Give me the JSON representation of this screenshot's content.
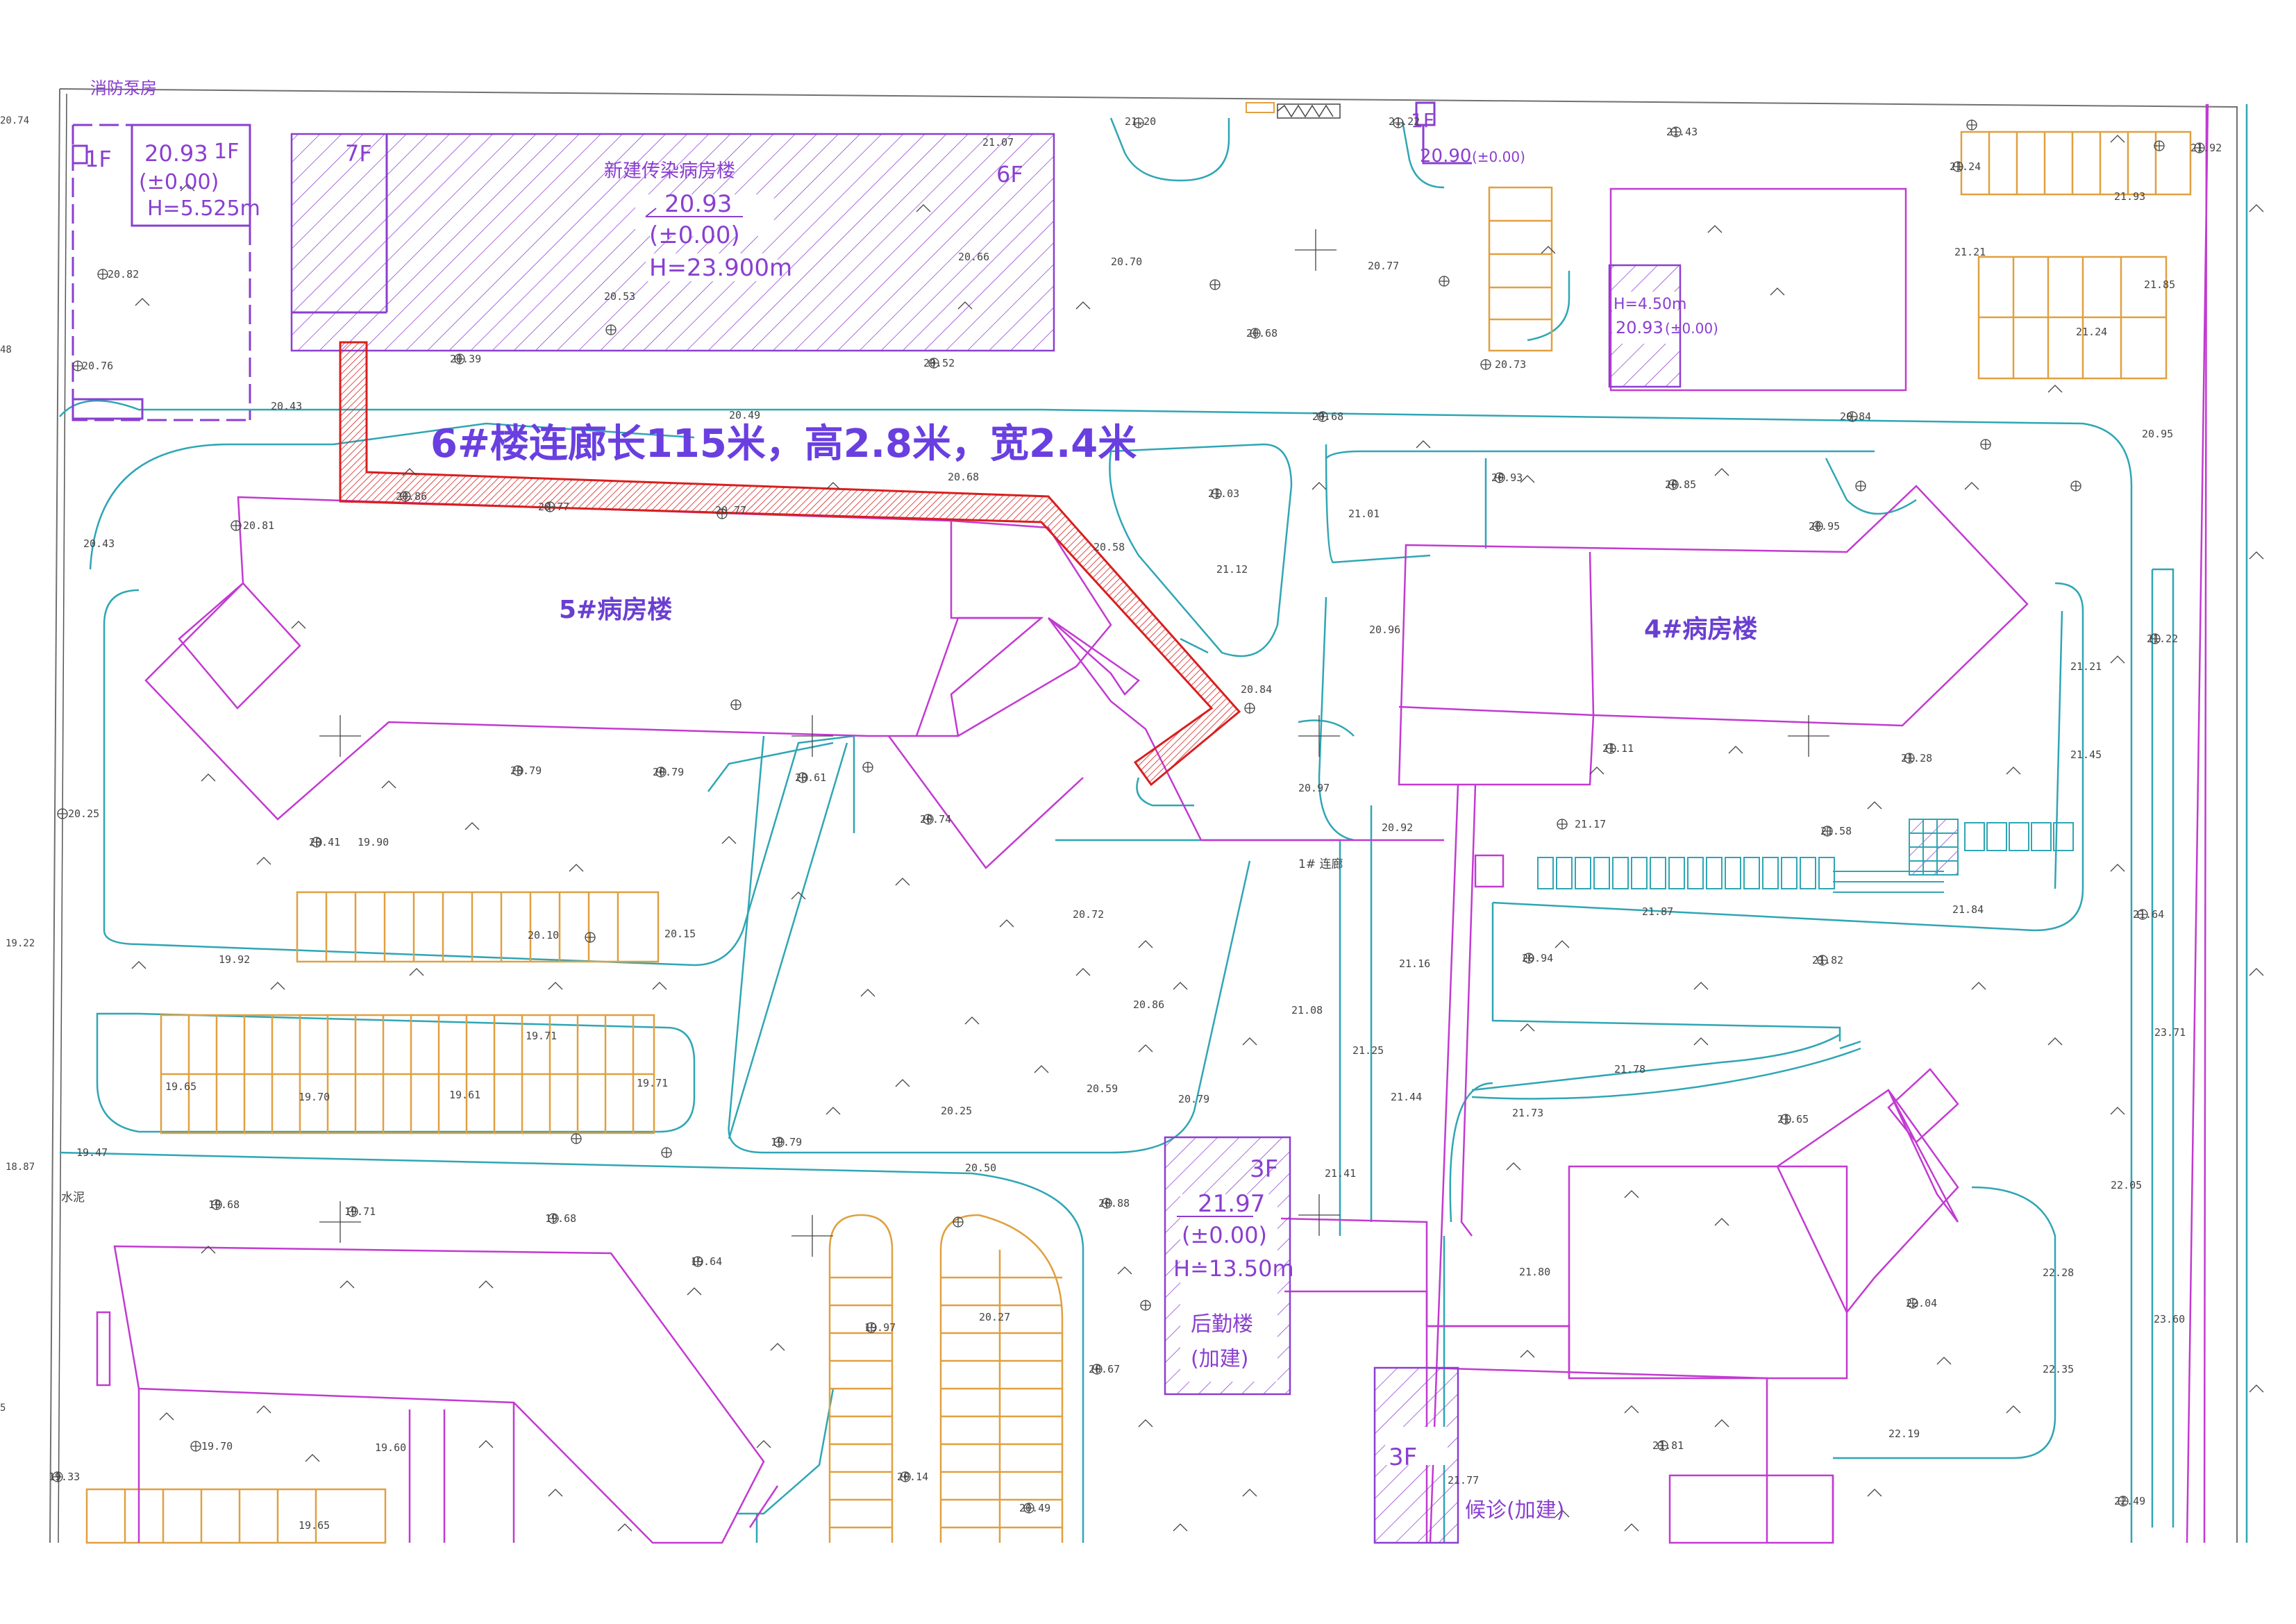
{
  "annotation": "6#楼连廊长115米，高2.8米，宽2.4米",
  "buildings": {
    "b5": "5#病房楼",
    "b4": "4#病房楼",
    "infectious": {
      "name": "新建传染病房楼",
      "floors_left": "7F",
      "floors_right": "6F",
      "elevation": "20.93",
      "zero": "(±0.00)",
      "height": "H=23.900m"
    },
    "pump": {
      "name": "消防泵房",
      "floors": "1F",
      "elevation": "20.93",
      "zero": "(±0.00)",
      "height": "H=5.525m"
    },
    "pump_side_floors": "1F",
    "topleft_floors": "1F",
    "logistics": {
      "floors": "3F",
      "elevation": "21.97",
      "zero": "(±0.00)",
      "height": "H≐13.50m",
      "name": "后勤楼",
      "note": "(加建)"
    },
    "top_right_small": {
      "elevation": "20.90",
      "zero": "(±0.00)"
    },
    "right_small": {
      "height": "H=4.50m",
      "elevation": "20.93",
      "zero": "(±0.00)"
    },
    "outpatient": {
      "floors": "3F",
      "name": "候诊(加建)"
    }
  },
  "corridor_1": "1# 连廊",
  "cement": "水泥",
  "elevations": [
    {
      "id": "e1",
      "v": "20.82"
    },
    {
      "id": "e2",
      "v": "20.76"
    },
    {
      "id": "e3",
      "v": "20.43"
    },
    {
      "id": "e4",
      "v": "20.39"
    },
    {
      "id": "e5",
      "v": "20.53"
    },
    {
      "id": "e6",
      "v": "20.52"
    },
    {
      "id": "e7",
      "v": "20.66"
    },
    {
      "id": "e8",
      "v": "20.70"
    },
    {
      "id": "e9",
      "v": "21.07"
    },
    {
      "id": "e10",
      "v": "21.20"
    },
    {
      "id": "e11",
      "v": "21.22"
    },
    {
      "id": "e12",
      "v": "21.43"
    },
    {
      "id": "e13",
      "v": "21.24"
    },
    {
      "id": "e14",
      "v": "21.92"
    },
    {
      "id": "e15",
      "v": "21.93"
    },
    {
      "id": "e16",
      "v": "21.21"
    },
    {
      "id": "e17",
      "v": "21.85"
    },
    {
      "id": "e18",
      "v": "21.24"
    },
    {
      "id": "e19",
      "v": "20.77"
    },
    {
      "id": "e20",
      "v": "20.68"
    },
    {
      "id": "e21",
      "v": "20.73"
    },
    {
      "id": "e22",
      "v": "20.49"
    },
    {
      "id": "e23",
      "v": "20.68"
    },
    {
      "id": "e24",
      "v": "20.84"
    },
    {
      "id": "e25",
      "v": "20.95"
    },
    {
      "id": "e26",
      "v": "20.86"
    },
    {
      "id": "e27",
      "v": "20.77"
    },
    {
      "id": "e28",
      "v": "20.77"
    },
    {
      "id": "e29",
      "v": "20.68"
    },
    {
      "id": "e30",
      "v": "20.81"
    },
    {
      "id": "e31",
      "v": "20.43"
    },
    {
      "id": "e32",
      "v": "21.03"
    },
    {
      "id": "e33",
      "v": "21.12"
    },
    {
      "id": "e34",
      "v": "20.58"
    },
    {
      "id": "e35",
      "v": "21.01"
    },
    {
      "id": "e36",
      "v": "20.93"
    },
    {
      "id": "e37",
      "v": "20.85"
    },
    {
      "id": "e38",
      "v": "20.95"
    },
    {
      "id": "e39",
      "v": "20.96"
    },
    {
      "id": "e40",
      "v": "20.84"
    },
    {
      "id": "e41",
      "v": "20.97"
    },
    {
      "id": "e42",
      "v": "20.92"
    },
    {
      "id": "e43",
      "v": "20.79"
    },
    {
      "id": "e44",
      "v": "20.79"
    },
    {
      "id": "e45",
      "v": "20.61"
    },
    {
      "id": "e46",
      "v": "20.74"
    },
    {
      "id": "e47",
      "v": "20.25"
    },
    {
      "id": "e48",
      "v": "20.41"
    },
    {
      "id": "e49",
      "v": "19.90"
    },
    {
      "id": "e50",
      "v": "20.10"
    },
    {
      "id": "e51",
      "v": "20.15"
    },
    {
      "id": "e52",
      "v": "20.72"
    },
    {
      "id": "e53",
      "v": "19.92"
    },
    {
      "id": "e54",
      "v": "19.71"
    },
    {
      "id": "e55",
      "v": "19.65"
    },
    {
      "id": "e56",
      "v": "19.70"
    },
    {
      "id": "e57",
      "v": "19.61"
    },
    {
      "id": "e58",
      "v": "19.71"
    },
    {
      "id": "e59",
      "v": "20.86"
    },
    {
      "id": "e60",
      "v": "21.08"
    },
    {
      "id": "e61",
      "v": "21.16"
    },
    {
      "id": "e62",
      "v": "21.25"
    },
    {
      "id": "e63",
      "v": "21.44"
    },
    {
      "id": "e64",
      "v": "20.59"
    },
    {
      "id": "e65",
      "v": "20.79"
    },
    {
      "id": "e66",
      "v": "20.25"
    },
    {
      "id": "e67",
      "v": "19.79"
    },
    {
      "id": "e68",
      "v": "20.50"
    },
    {
      "id": "e69",
      "v": "19.47"
    },
    {
      "id": "e70",
      "v": "19.68"
    },
    {
      "id": "e71",
      "v": "19.71"
    },
    {
      "id": "e72",
      "v": "19.68"
    },
    {
      "id": "e73",
      "v": "19.64"
    },
    {
      "id": "e74",
      "v": "20.88"
    },
    {
      "id": "e75",
      "v": "21.41"
    },
    {
      "id": "e76",
      "v": "19.97"
    },
    {
      "id": "e77",
      "v": "20.27"
    },
    {
      "id": "e78",
      "v": "20.67"
    },
    {
      "id": "e79",
      "v": "19.70"
    },
    {
      "id": "e80",
      "v": "19.60"
    },
    {
      "id": "e81",
      "v": "19.33"
    },
    {
      "id": "e82",
      "v": "19.65"
    },
    {
      "id": "e83",
      "v": "20.14"
    },
    {
      "id": "e84",
      "v": "20.49"
    },
    {
      "id": "e85",
      "v": "21.11"
    },
    {
      "id": "e86",
      "v": "21.28"
    },
    {
      "id": "e87",
      "v": "21.22"
    },
    {
      "id": "e88",
      "v": "21.21"
    },
    {
      "id": "e89",
      "v": "21.45"
    },
    {
      "id": "e90",
      "v": "21.17"
    },
    {
      "id": "e91",
      "v": "21.58"
    },
    {
      "id": "e92",
      "v": "21.87"
    },
    {
      "id": "e93",
      "v": "21.84"
    },
    {
      "id": "e94",
      "v": "21.64"
    },
    {
      "id": "e95",
      "v": "20.94"
    },
    {
      "id": "e96",
      "v": "21.82"
    },
    {
      "id": "e97",
      "v": "21.78"
    },
    {
      "id": "e98",
      "v": "21.73"
    },
    {
      "id": "e99",
      "v": "21.65"
    },
    {
      "id": "e100",
      "v": "23.71"
    },
    {
      "id": "e101",
      "v": "22.05"
    },
    {
      "id": "e102",
      "v": "21.80"
    },
    {
      "id": "e103",
      "v": "22.04"
    },
    {
      "id": "e104",
      "v": "22.28"
    },
    {
      "id": "e105",
      "v": "23.60"
    },
    {
      "id": "e106",
      "v": "22.35"
    },
    {
      "id": "e107",
      "v": "21.81"
    },
    {
      "id": "e108",
      "v": "22.19"
    },
    {
      "id": "e109",
      "v": "21.77"
    },
    {
      "id": "e110",
      "v": "22.49"
    }
  ],
  "edge_labels": [
    {
      "id": "l1",
      "v": "20.74"
    },
    {
      "id": "l2",
      "v": "48"
    },
    {
      "id": "l3",
      "v": "19.22"
    },
    {
      "id": "l4",
      "v": "18.87"
    },
    {
      "id": "l5",
      "v": "5"
    }
  ]
}
